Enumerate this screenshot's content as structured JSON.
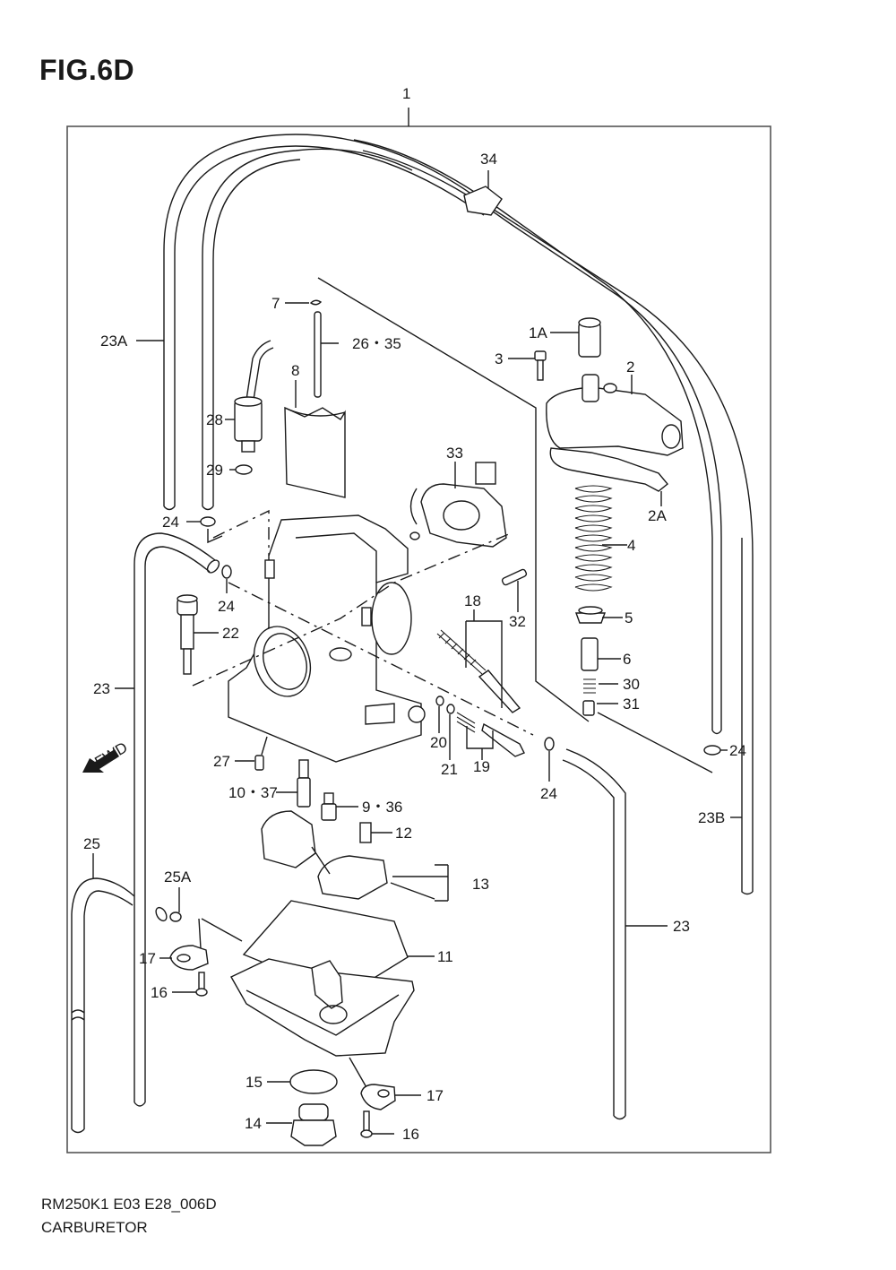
{
  "figure": {
    "title": "FIG.6D",
    "model_code": "RM250K1 E03 E28_006D",
    "name": "CARBURETOR",
    "fwd_label": "FWD"
  },
  "callouts": [
    {
      "id": "c1",
      "label": "1",
      "part": "carburetor-assy"
    },
    {
      "id": "c34",
      "label": "34",
      "part": "hose-clamp"
    },
    {
      "id": "c23A",
      "label": "23A",
      "part": "breather-hose-a"
    },
    {
      "id": "c7",
      "label": "7",
      "part": "needle-clip"
    },
    {
      "id": "c26_35",
      "label": "26・35",
      "part": "jet-needle"
    },
    {
      "id": "c8",
      "label": "8",
      "part": "throttle-valve"
    },
    {
      "id": "c28",
      "label": "28",
      "part": "starter-plunger"
    },
    {
      "id": "c29",
      "label": "29",
      "part": "o-ring"
    },
    {
      "id": "c1A",
      "label": "1A",
      "part": "cap"
    },
    {
      "id": "c3",
      "label": "3",
      "part": "screw"
    },
    {
      "id": "c2",
      "label": "2",
      "part": "top-cover"
    },
    {
      "id": "c2A",
      "label": "2A",
      "part": "gasket"
    },
    {
      "id": "c4",
      "label": "4",
      "part": "spring"
    },
    {
      "id": "c5",
      "label": "5",
      "part": "holder"
    },
    {
      "id": "c6",
      "label": "6",
      "part": "needle-jet"
    },
    {
      "id": "c30",
      "label": "30",
      "part": "spring-small"
    },
    {
      "id": "c31",
      "label": "31",
      "part": "plunger"
    },
    {
      "id": "c33",
      "label": "33",
      "part": "throttle-position-sensor"
    },
    {
      "id": "c18",
      "label": "18",
      "part": "throttle-stop-screw-set"
    },
    {
      "id": "c32",
      "label": "32",
      "part": "screw"
    },
    {
      "id": "c24a",
      "label": "24",
      "part": "clamp"
    },
    {
      "id": "c24b",
      "label": "24",
      "part": "clamp"
    },
    {
      "id": "c24c",
      "label": "24",
      "part": "clamp"
    },
    {
      "id": "c24d",
      "label": "24",
      "part": "clamp"
    },
    {
      "id": "c22",
      "label": "22",
      "part": "starter-lever"
    },
    {
      "id": "c23",
      "label": "23",
      "part": "breather-hose"
    },
    {
      "id": "c23b2",
      "label": "23",
      "part": "breather-hose"
    },
    {
      "id": "c23B",
      "label": "23B",
      "part": "breather-hose-b"
    },
    {
      "id": "c20",
      "label": "20",
      "part": "washer"
    },
    {
      "id": "c21",
      "label": "21",
      "part": "o-ring"
    },
    {
      "id": "c19",
      "label": "19",
      "part": "pilot-air-screw-set"
    },
    {
      "id": "c27",
      "label": "27",
      "part": "pilot-jet"
    },
    {
      "id": "c10_37",
      "label": "10・37",
      "part": "needle-jet-holder"
    },
    {
      "id": "c9_36",
      "label": "9・36",
      "part": "main-jet"
    },
    {
      "id": "c12",
      "label": "12",
      "part": "needle-valve"
    },
    {
      "id": "c13",
      "label": "13",
      "part": "float-set"
    },
    {
      "id": "c25",
      "label": "25",
      "part": "drain-hose"
    },
    {
      "id": "c25A",
      "label": "25A",
      "part": "clamp"
    },
    {
      "id": "c17a",
      "label": "17",
      "part": "bracket"
    },
    {
      "id": "c11",
      "label": "11",
      "part": "float-chamber-gasket"
    },
    {
      "id": "c16a",
      "label": "16",
      "part": "screw"
    },
    {
      "id": "c15",
      "label": "15",
      "part": "o-ring"
    },
    {
      "id": "c17b",
      "label": "17",
      "part": "bracket"
    },
    {
      "id": "c14",
      "label": "14",
      "part": "plug"
    },
    {
      "id": "c16b",
      "label": "16",
      "part": "screw"
    }
  ]
}
